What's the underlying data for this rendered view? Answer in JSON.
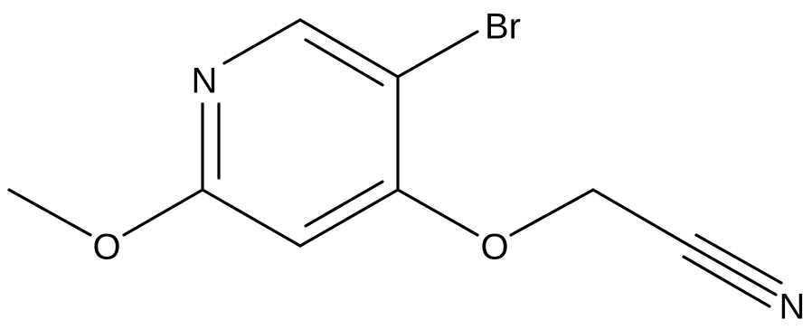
{
  "molecule": {
    "atoms": {
      "n_ring": "N",
      "br": "Br",
      "o_methoxy": "O",
      "o_ether": "O",
      "n_nitrile": "N"
    }
  },
  "colors": {
    "bond": "#000000",
    "label": "#000000",
    "background": "#ffffff"
  }
}
